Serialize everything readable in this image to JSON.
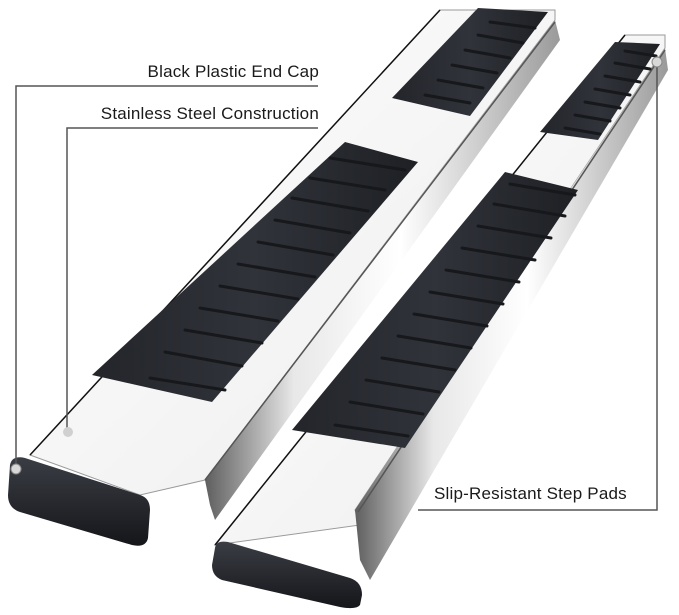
{
  "image": {
    "subject": "pair of stainless steel running boards with black step pads",
    "background": "#ffffff"
  },
  "callouts": [
    {
      "id": "endcap",
      "label": "Black Plastic End Cap"
    },
    {
      "id": "steel",
      "label": "Stainless Steel Construction"
    },
    {
      "id": "pads",
      "label": "Slip-Resistant Step Pads"
    }
  ],
  "colors": {
    "pad": "#2a2c30",
    "pad_rib": "#1b1c1f",
    "pad_rib_highlight": "#4a4d52",
    "steel_light": "#f4f4f4",
    "steel_mid": "#c8c8c8",
    "steel_dark": "#6e6e6e",
    "endcap": "#23252a",
    "leader_line": "#555555",
    "dot": "#d0d0d0"
  }
}
